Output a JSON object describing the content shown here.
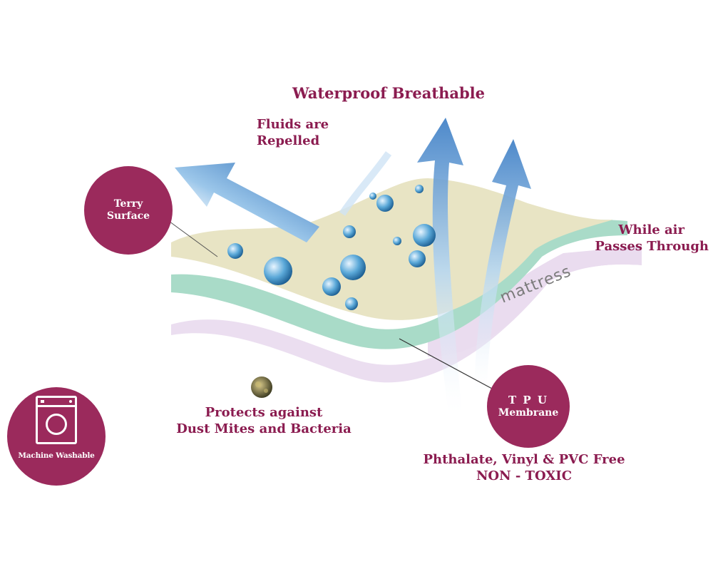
{
  "title": "Waterproof Breathable",
  "fluids_label": [
    "Fluids are",
    "Repelled"
  ],
  "air_label": [
    "While air",
    "Passes Through"
  ],
  "terry_badge": [
    "Terry",
    "Surface"
  ],
  "tpu_badge": [
    "T P U",
    "Membrane"
  ],
  "mattress_label": "mattress",
  "dust_label": [
    "Protects against",
    "Dust Mites and Bacteria"
  ],
  "phthalate_label": [
    "Phthalate, Vinyl & PVC Free",
    "NON - TOXIC"
  ],
  "washable_badge": "Machine Washable",
  "colors": {
    "accent": "#9b2a5c",
    "text": "#8b1c50",
    "terry_layer": "#e8e4c4",
    "tpu_layer": "#a9dbc8",
    "mattress_layer": "#eadcef",
    "arrow_blue": "#4a8fd0",
    "air_arrow": "#9cc7ea"
  }
}
